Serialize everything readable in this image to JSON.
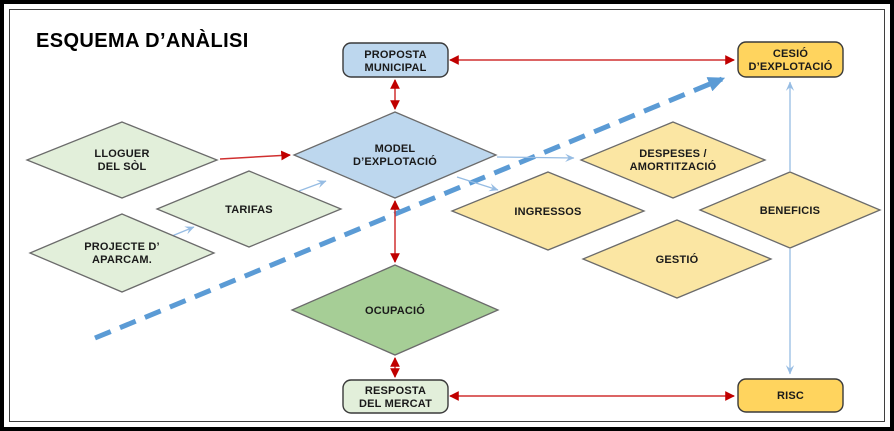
{
  "title": "ESQUEMA D’ANÀLISI",
  "colors": {
    "red_line": "#D03030",
    "red_head": "#C00000",
    "blue_thin": "#96BCE3",
    "dash_blue": "#5B9BD5",
    "fill_light_green": "#E2EFDA",
    "fill_blue": "#BDD7EE",
    "fill_yellow": "#FBE6A3",
    "fill_green": "#A6CE96",
    "fill_gold": "#FFD45E",
    "canvas_border": "#000000"
  },
  "nodes": {
    "proposta": {
      "line1": "PROPOSTA",
      "line2": "MUNICIPAL",
      "fill": "#BDD7EE"
    },
    "cesio": {
      "line1": "CESIÓ",
      "line2": "D’EXPLOTACIÓ",
      "fill": "#FFD45E"
    },
    "lloguer": {
      "line1": "LLOGUER",
      "line2": "DEL SÒL",
      "fill": "#E2EFDA"
    },
    "tarifas": {
      "label": "TARIFAS",
      "fill": "#E2EFDA"
    },
    "projecte": {
      "line1": "PROJECTE D’",
      "line2": "APARCAM.",
      "fill": "#E2EFDA"
    },
    "model": {
      "line1": "MODEL",
      "line2": "D’EXPLOTACIÓ",
      "fill": "#BDD7EE"
    },
    "ingressos": {
      "label": "INGRESSOS",
      "fill": "#FBE6A3"
    },
    "despeses": {
      "line1": "DESPESES /",
      "line2": "AMORTITZACIÓ",
      "fill": "#FBE6A3"
    },
    "gestio": {
      "label": "GESTIÓ",
      "fill": "#FBE6A3"
    },
    "beneficis": {
      "label": "BENEFICIS",
      "fill": "#FBE6A3"
    },
    "ocupacio": {
      "label": "OCUPACIÓ",
      "fill": "#A6CE96"
    },
    "resposta": {
      "line1": "RESPOSTA",
      "line2": "DEL MERCAT",
      "fill": "#E2EFDA"
    },
    "risc": {
      "label": "RISC",
      "fill": "#FFD45E"
    }
  }
}
